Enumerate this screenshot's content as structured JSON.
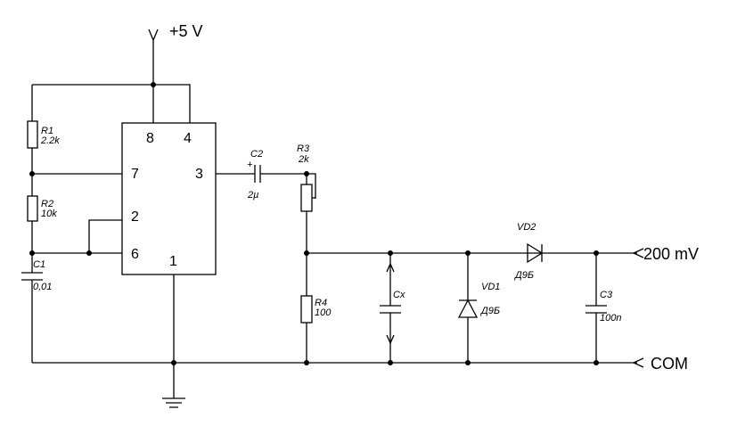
{
  "power": {
    "label": "+5 V"
  },
  "ic": {
    "pins": [
      "8",
      "4",
      "7",
      "3",
      "2",
      "6",
      "1"
    ]
  },
  "components": {
    "R1": {
      "ref": "R1",
      "value": "2.2k"
    },
    "R2": {
      "ref": "R2",
      "value": "10k"
    },
    "C1": {
      "ref": "C1",
      "value": "0,01"
    },
    "C2": {
      "ref": "C2",
      "value": "2µ",
      "polarity": "+"
    },
    "R3": {
      "ref": "R3",
      "value": "2k"
    },
    "R4": {
      "ref": "R4",
      "value": "100"
    },
    "Cx": {
      "ref": "Cx"
    },
    "VD1": {
      "ref": "VD1",
      "value": "Д9Б"
    },
    "VD2": {
      "ref": "VD2",
      "value": "Д9Б"
    },
    "C3": {
      "ref": "C3",
      "value": "100n"
    }
  },
  "outputs": {
    "signal": "200 mV",
    "common": "COM"
  }
}
